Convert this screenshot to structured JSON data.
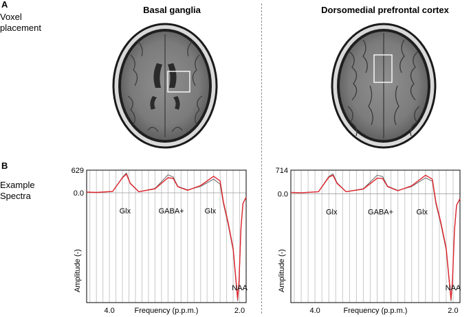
{
  "panel_a": {
    "letter": "A",
    "row_label": [
      "Voxel",
      "placement"
    ],
    "left_title": "Basal ganglia",
    "right_title": "Dorsomedial prefrontal cortex"
  },
  "panel_b": {
    "letter": "B",
    "row_label": [
      "Example",
      "Spectra"
    ]
  },
  "colors": {
    "data_trace": "#6e6e6e",
    "fit_trace": "#e0242c",
    "grid": "#c8c8c8"
  },
  "chart_data": [
    {
      "type": "line",
      "region": "Basal ganglia",
      "xlabel": "Frequency (p.p.m.)",
      "ylabel": "Amplitude (-)",
      "x_ticks": [
        "4.0",
        "2.0"
      ],
      "y_ticks": [
        "629",
        "0.0"
      ],
      "x_range": [
        4.35,
        1.9
      ],
      "y_range": [
        -3050,
        629
      ],
      "grid": "vertical",
      "peak_labels": [
        "Glx",
        "GABA+",
        "Glx",
        "NAA"
      ],
      "series": [
        {
          "x": [
            4.35,
            4.2,
            3.95,
            3.8,
            3.74,
            3.68,
            3.55,
            3.3,
            3.1,
            3.02,
            2.95,
            2.8,
            2.6,
            2.4,
            2.3,
            2.25,
            2.18,
            2.1,
            2.05,
            2.03,
            2.01,
            1.98,
            1.95,
            1.9
          ],
          "values": [
            20,
            10,
            40,
            430,
            550,
            270,
            30,
            120,
            500,
            440,
            180,
            80,
            180,
            380,
            240,
            -300,
            -850,
            -1600,
            -2600,
            -3000,
            -2500,
            -1000,
            -300,
            -120
          ]
        },
        {
          "x": [
            4.35,
            4.2,
            3.95,
            3.8,
            3.74,
            3.68,
            3.55,
            3.3,
            3.1,
            3.02,
            2.95,
            2.8,
            2.6,
            2.4,
            2.3,
            2.25,
            2.18,
            2.1,
            2.05,
            2.03,
            2.01,
            1.98,
            1.95,
            1.9
          ],
          "values": [
            20,
            10,
            40,
            420,
            520,
            260,
            30,
            110,
            420,
            400,
            170,
            70,
            200,
            460,
            330,
            -250,
            -800,
            -1550,
            -2550,
            -2950,
            -2450,
            -1000,
            -300,
            -120
          ]
        }
      ]
    },
    {
      "type": "line",
      "region": "Dorsomedial prefrontal cortex",
      "xlabel": "Frequency (p.p.m.)",
      "ylabel": "Amplitude (-)",
      "x_ticks": [
        "4.0",
        "2.0"
      ],
      "y_ticks": [
        "714",
        "0.0"
      ],
      "x_range": [
        4.35,
        1.9
      ],
      "y_range": [
        -3300,
        714
      ],
      "grid": "vertical",
      "peak_labels": [
        "Glx",
        "GABA+",
        "Glx",
        "NAA"
      ],
      "series": [
        {
          "x": [
            4.35,
            4.2,
            3.95,
            3.8,
            3.74,
            3.68,
            3.55,
            3.3,
            3.1,
            3.02,
            2.95,
            2.8,
            2.6,
            2.4,
            2.3,
            2.25,
            2.18,
            2.1,
            2.05,
            2.03,
            2.01,
            1.98,
            1.95,
            1.9
          ],
          "values": [
            40,
            30,
            60,
            520,
            600,
            330,
            60,
            150,
            560,
            520,
            230,
            100,
            220,
            480,
            380,
            -300,
            -900,
            -1700,
            -2800,
            -3250,
            -2700,
            -1100,
            -350,
            -150
          ]
        },
        {
          "x": [
            4.35,
            4.2,
            3.95,
            3.8,
            3.74,
            3.68,
            3.55,
            3.3,
            3.1,
            3.02,
            2.95,
            2.8,
            2.6,
            2.4,
            2.3,
            2.25,
            2.18,
            2.1,
            2.05,
            2.03,
            2.01,
            1.98,
            1.95,
            1.9
          ],
          "values": [
            40,
            30,
            60,
            500,
            560,
            310,
            60,
            140,
            470,
            460,
            220,
            90,
            240,
            560,
            440,
            -250,
            -850,
            -1650,
            -2750,
            -3200,
            -2650,
            -1100,
            -350,
            -150
          ]
        }
      ]
    }
  ]
}
